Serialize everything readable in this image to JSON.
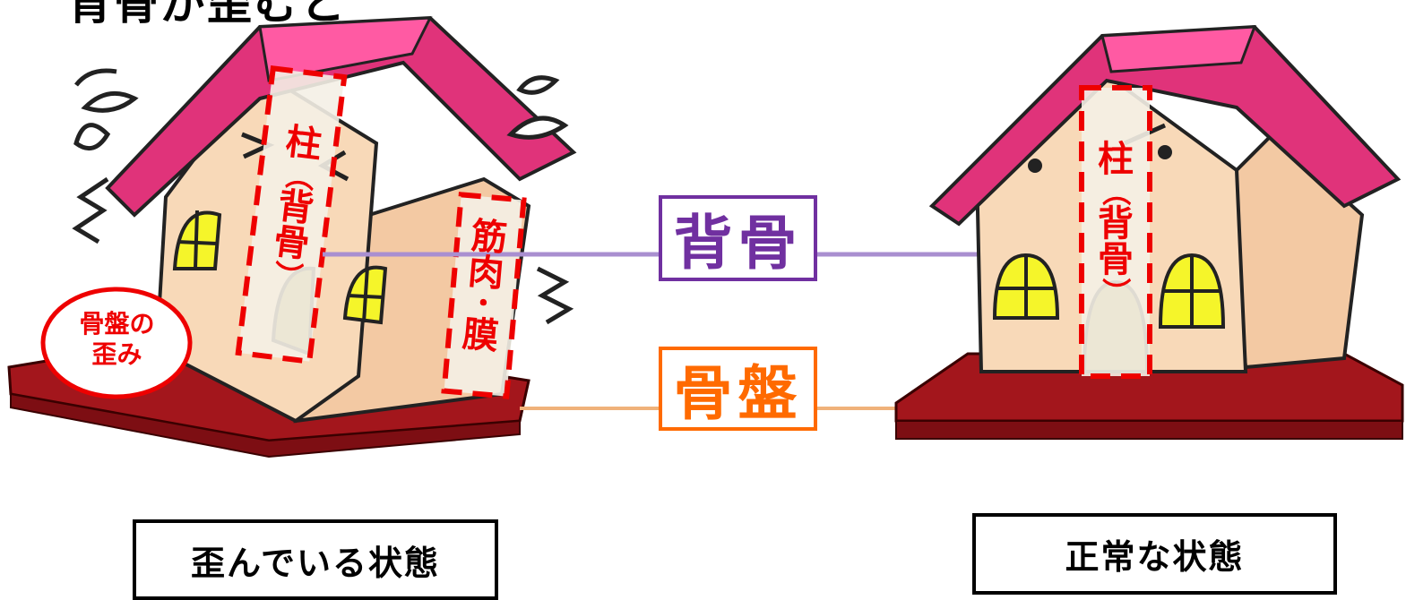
{
  "top_title": "背骨が歪むと",
  "center_labels": {
    "spine": "背骨",
    "pelvis": "骨盤"
  },
  "left_house": {
    "pillar_label": [
      "柱",
      "（",
      "背",
      "骨",
      "）"
    ],
    "muscle_label": [
      "筋",
      "肉",
      "・",
      "膜"
    ],
    "pelvis_distortion": [
      "骨盤の",
      "歪み"
    ],
    "state_label": "歪んでいる状態"
  },
  "right_house": {
    "pillar_label": [
      "柱",
      "（",
      "背",
      "骨",
      "）"
    ],
    "state_label": "正常な状態"
  },
  "colors": {
    "roof": "#e0337a",
    "wall": "#f8d9b8",
    "base": "#a3161c",
    "window": "#f5f52a",
    "door": "#a59b3c",
    "spine_line": "#a98fd0",
    "spine_text": "#7030a0",
    "pelvis_line": "#f0b27a",
    "pelvis_text": "#ff6a00",
    "red_marker": "#ee0000"
  }
}
